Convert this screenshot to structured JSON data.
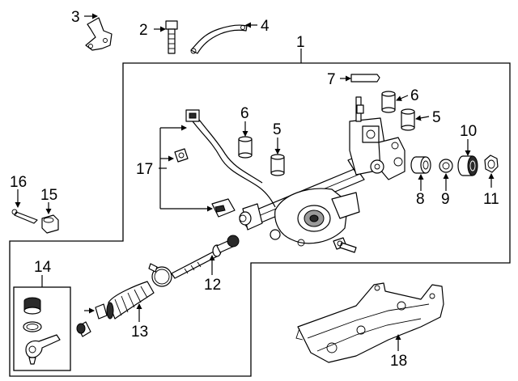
{
  "callouts": {
    "c1": "1",
    "c2": "2",
    "c3": "3",
    "c4": "4",
    "c5a": "5",
    "c5b": "5",
    "c6a": "6",
    "c6b": "6",
    "c7": "7",
    "c8": "8",
    "c9": "9",
    "c10": "10",
    "c11": "11",
    "c12": "12",
    "c13": "13",
    "c14": "14",
    "c15": "15",
    "c16": "16",
    "c17": "17",
    "c18": "18"
  },
  "icons": {
    "arrow": "arrow-icon"
  }
}
